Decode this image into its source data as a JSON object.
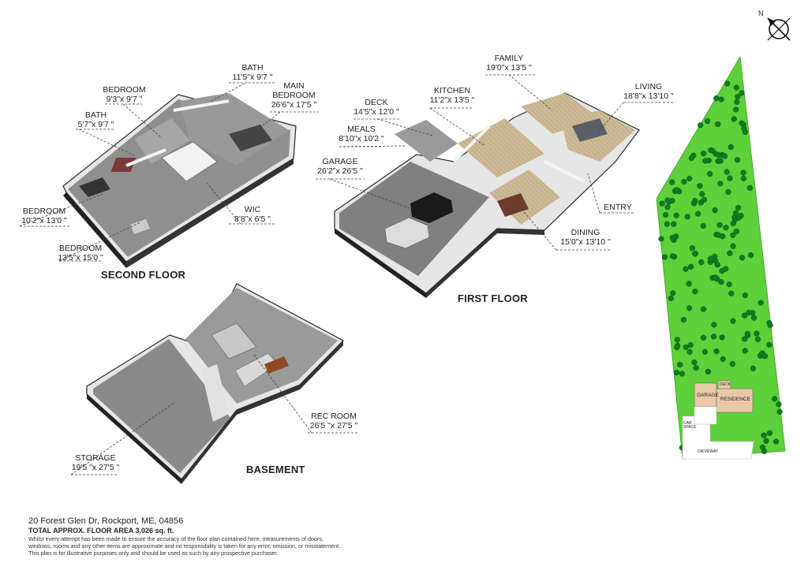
{
  "rooms": {
    "bath2": {
      "name": "BATH",
      "dims": "11'5\"x 9'7 \""
    },
    "main_bedroom": {
      "name": "MAIN BEDROOM",
      "name_l1": "MAIN",
      "name_l2": "BEDROOM",
      "dims": "26'6\"x 17'5 \""
    },
    "bedroom_top": {
      "name": "BEDROOM",
      "dims": "9'3\"x 9'7 \""
    },
    "bath1": {
      "name": "BATH",
      "dims": "5'7\"x 9'7 \""
    },
    "bedroom_left": {
      "name": "BEDROOM",
      "dims": "10'2\"x 13'0 \""
    },
    "wic": {
      "name": "WIC",
      "dims": "8'8\"x 6'5 \""
    },
    "bedroom_bottom": {
      "name": "BEDROOM",
      "dims": "13'5\"x 15'0 \""
    },
    "family": {
      "name": "FAMILY",
      "dims": "19'0\"x 13'5 \""
    },
    "kitchen": {
      "name": "KITCHEN",
      "dims": "11'2\"x 13'5 \""
    },
    "living": {
      "name": "LIVING",
      "dims": "18'8\"x 13'10 \""
    },
    "deck": {
      "name": "DECK",
      "dims": "14'5\"x 12'0 \""
    },
    "meals": {
      "name": "MEALS",
      "dims": "8'10\"x 10'2 \""
    },
    "garage": {
      "name": "GARAGE",
      "dims": "26'2\"x 26'5 \""
    },
    "entry": {
      "name": "ENTRY"
    },
    "dining": {
      "name": "DINING",
      "dims": "15'0\"x 13'10 \""
    },
    "rec_room": {
      "name": "REC ROOM",
      "dims": "26'5 \"x 27'5 \""
    },
    "storage": {
      "name": "STORAGE",
      "dims": "19'5 \"x 27'5 \""
    }
  },
  "floors": {
    "second": "SECOND FLOOR",
    "first": "FIRST FLOOR",
    "basement": "BASEMENT"
  },
  "site": {
    "north": "N",
    "garage": "GARAGE",
    "residence": "RESIDENCE",
    "deck": "DECK",
    "car_space": "CAR SPACE",
    "driveway": "DRIVEWAY",
    "colors": {
      "lot": "#5ed039",
      "tree": "#0d7d1f",
      "building": "#e9c9a8"
    }
  },
  "footer": {
    "address": "20 Forest Glen Dr, Rockport, ME, 04856",
    "area": "TOTAL APPROX. FLOOR AREA 3,026 sq. ft.",
    "disclaimer1": "Whilst every attempt has been made to ensure the accuracy of the floor plan contained here, measurements of doors,",
    "disclaimer2": "windows, rooms and any other items are approximate and no responsibility is taken for any error, omission, or misstatement.",
    "disclaimer3": "This plan is for illustrative purposes only and should be used as such by any prospective purchaser."
  }
}
